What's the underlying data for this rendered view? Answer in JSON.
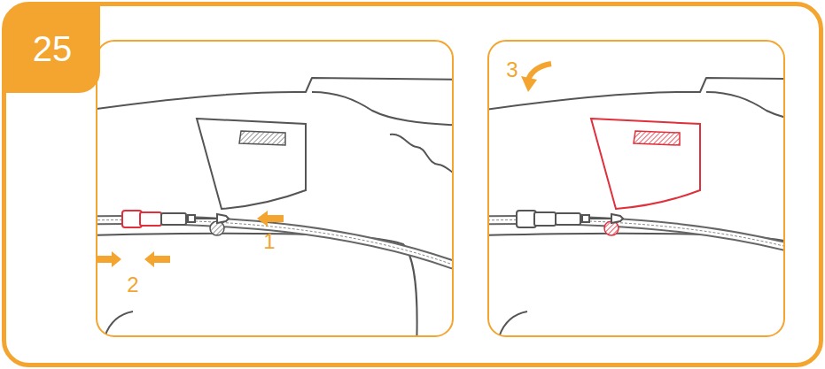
{
  "diagram": {
    "nodes": [
      {
        "text": [
          "25"
        ]
      }
    ],
    "labels": [
      "1",
      "2",
      "3"
    ]
  }
}
